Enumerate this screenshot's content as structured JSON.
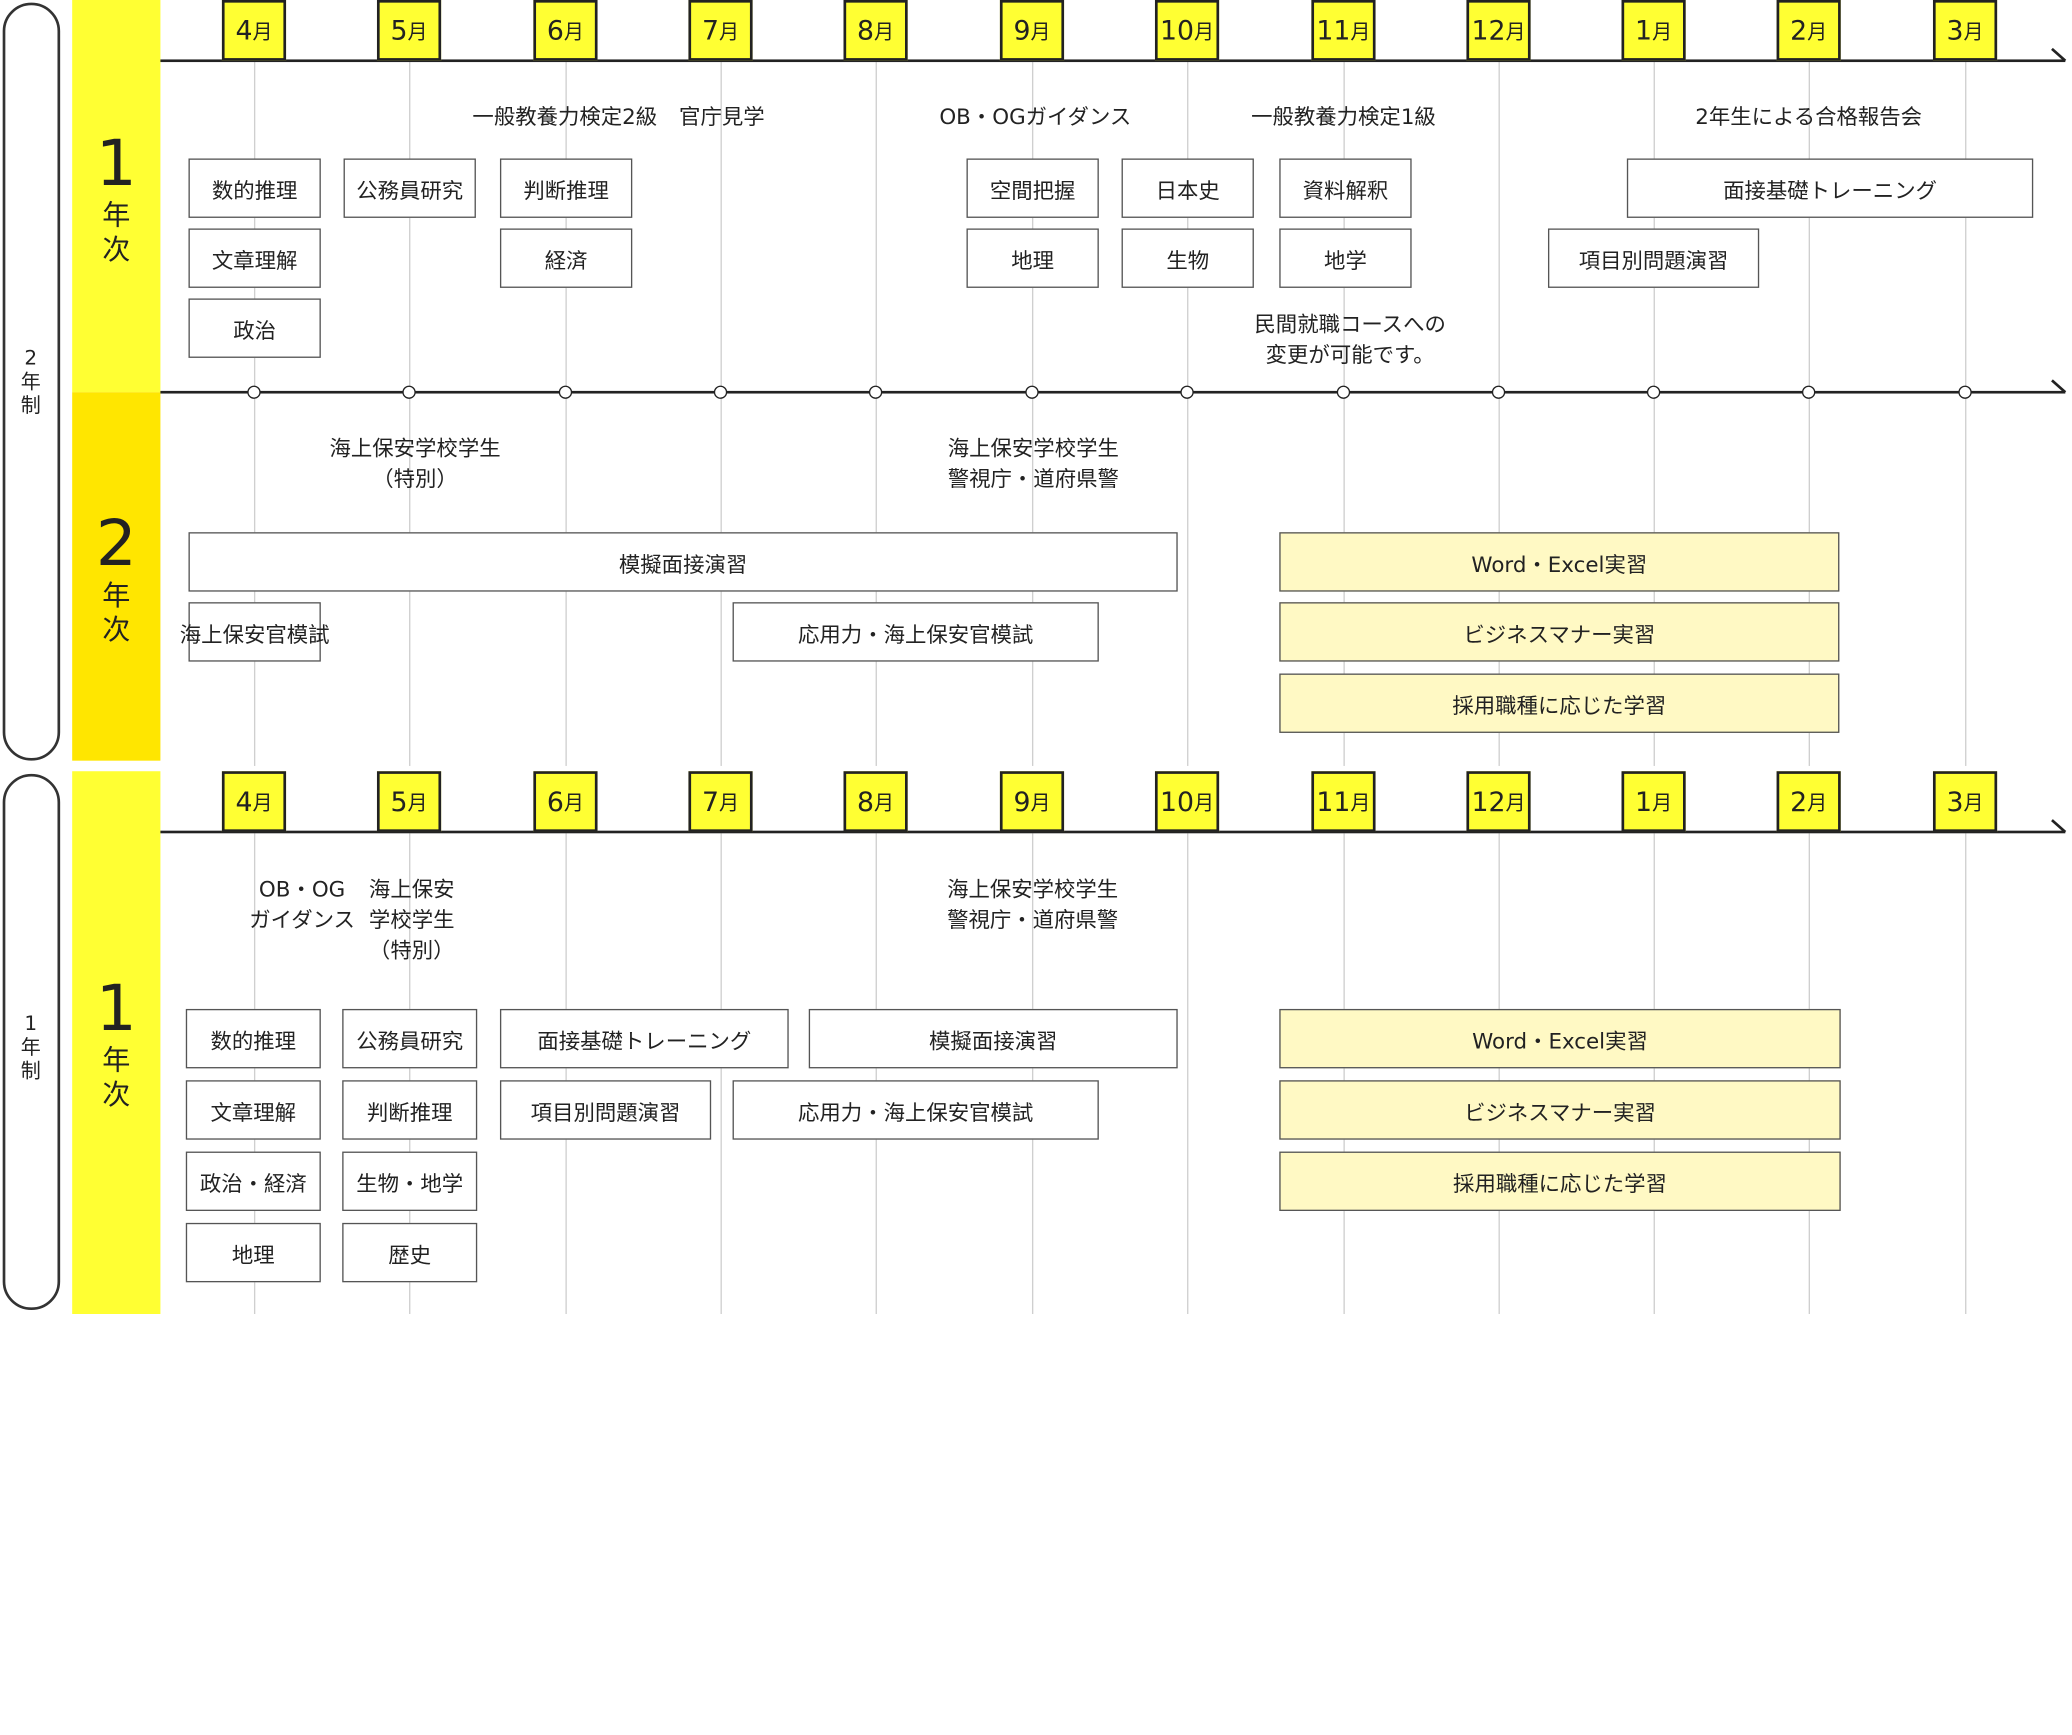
{
  "sections": [
    {
      "id": "two-year",
      "label": [
        "2",
        "年",
        "制"
      ]
    },
    {
      "id": "one-year",
      "label": [
        "1",
        "年",
        "制"
      ]
    }
  ],
  "bands": [
    {
      "num": "1",
      "chars": [
        "年",
        "次"
      ],
      "color": "#ffff33"
    },
    {
      "num": "2",
      "chars": [
        "年",
        "次"
      ],
      "color": "#ffe600"
    },
    {
      "num": "1",
      "chars": [
        "年",
        "次"
      ],
      "color": "#ffff33"
    }
  ],
  "months": [
    {
      "n": "4",
      "u": "月"
    },
    {
      "n": "5",
      "u": "月"
    },
    {
      "n": "6",
      "u": "月"
    },
    {
      "n": "7",
      "u": "月"
    },
    {
      "n": "8",
      "u": "月"
    },
    {
      "n": "9",
      "u": "月"
    },
    {
      "n": "10",
      "u": "月"
    },
    {
      "n": "11",
      "u": "月"
    },
    {
      "n": "12",
      "u": "月"
    },
    {
      "n": "1",
      "u": "月"
    },
    {
      "n": "2",
      "u": "月"
    },
    {
      "n": "3",
      "u": "月"
    }
  ],
  "colors": {
    "accent": "#ffff33",
    "accent_dark": "#ffe600",
    "highlight_box": "#fff9c4"
  },
  "blocks": [
    {
      "notes": [
        {
          "id": "n1",
          "lines": [
            "一般教養力検定2級"
          ]
        },
        {
          "id": "n2",
          "lines": [
            "官庁見学"
          ]
        },
        {
          "id": "n3",
          "lines": [
            "OB・OGガイダンス"
          ]
        },
        {
          "id": "n4",
          "lines": [
            "一般教養力検定1級"
          ]
        },
        {
          "id": "n5",
          "lines": [
            "2年生による合格報告会"
          ]
        },
        {
          "id": "n6",
          "lines": [
            "民間就職コースへの",
            "変更が可能です。"
          ]
        }
      ],
      "boxes": [
        {
          "id": "b1",
          "text": "数的推理"
        },
        {
          "id": "b2",
          "text": "文章理解"
        },
        {
          "id": "b3",
          "text": "政治"
        },
        {
          "id": "b4",
          "text": "公務員研究"
        },
        {
          "id": "b5",
          "text": "判断推理"
        },
        {
          "id": "b6",
          "text": "経済"
        },
        {
          "id": "b7",
          "text": "空間把握"
        },
        {
          "id": "b8",
          "text": "地理"
        },
        {
          "id": "b9",
          "text": "日本史"
        },
        {
          "id": "b10",
          "text": "生物"
        },
        {
          "id": "b11",
          "text": "資料解釈"
        },
        {
          "id": "b12",
          "text": "地学"
        },
        {
          "id": "b13",
          "text": "面接基礎トレーニング"
        },
        {
          "id": "b14",
          "text": "項目別問題演習"
        }
      ]
    },
    {
      "notes": [
        {
          "id": "n1",
          "lines": [
            "海上保安学校学生",
            "（特別）"
          ]
        },
        {
          "id": "n2",
          "lines": [
            "海上保安学校学生",
            "警視庁・道府県警"
          ]
        }
      ],
      "boxes": [
        {
          "id": "b1",
          "text": "模擬面接演習"
        },
        {
          "id": "b2",
          "text": "海上保安官模試"
        },
        {
          "id": "b3",
          "text": "応用力・海上保安官模試"
        },
        {
          "id": "b4",
          "text": "Word・Excel実習",
          "hl": true
        },
        {
          "id": "b5",
          "text": "ビジネスマナー実習",
          "hl": true
        },
        {
          "id": "b6",
          "text": "採用職種に応じた学習",
          "hl": true
        }
      ]
    },
    {
      "notes": [
        {
          "id": "n1",
          "lines": [
            "OB・OG",
            "ガイダンス"
          ]
        },
        {
          "id": "n2",
          "lines": [
            "海上保安",
            "学校学生",
            "（特別）"
          ]
        },
        {
          "id": "n3",
          "lines": [
            "海上保安学校学生",
            "警視庁・道府県警"
          ]
        }
      ],
      "boxes": [
        {
          "id": "b1",
          "text": "数的推理"
        },
        {
          "id": "b2",
          "text": "文章理解"
        },
        {
          "id": "b3",
          "text": "政治・経済"
        },
        {
          "id": "b4",
          "text": "地理"
        },
        {
          "id": "b5",
          "text": "公務員研究"
        },
        {
          "id": "b6",
          "text": "判断推理"
        },
        {
          "id": "b7",
          "text": "生物・地学"
        },
        {
          "id": "b8",
          "text": "歴史"
        },
        {
          "id": "b9",
          "text": "面接基礎トレーニング"
        },
        {
          "id": "b10",
          "text": "項目別問題演習"
        },
        {
          "id": "b11",
          "text": "模擬面接演習"
        },
        {
          "id": "b12",
          "text": "応用力・海上保安官模試"
        },
        {
          "id": "b13",
          "text": "Word・Excel実習",
          "hl": true
        },
        {
          "id": "b14",
          "text": "ビジネスマナー実習",
          "hl": true
        },
        {
          "id": "b15",
          "text": "採用職種に応じた学習",
          "hl": true
        }
      ]
    }
  ]
}
